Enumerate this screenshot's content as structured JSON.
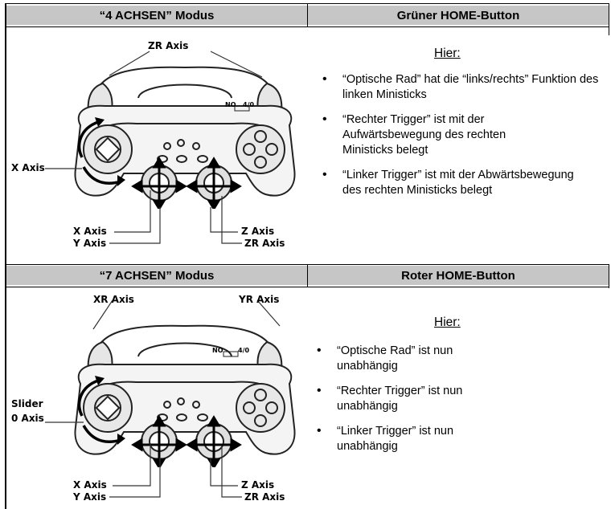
{
  "sections": [
    {
      "mode_title": "“4 ACHSEN” Modus",
      "button_title": "Grüner HOME-Button",
      "hier": "Hier:",
      "bullets": [
        "“Optische Rad” hat die  “links/rechts” Funktion des linken Ministicks",
        "“Rechter Trigger” ist mit der Aufwärtsbewegung des rechten Ministicks belegt",
        "“Linker Trigger” ist mit der Abwärtsbewegung des rechten Ministicks belegt"
      ],
      "labels": {
        "top": "ZR Axis",
        "wheel": "X Axis",
        "left_stick_1": "X Axis",
        "left_stick_2": "Y Axis",
        "right_stick_1": "Z Axis",
        "right_stick_2": "ZR Axis",
        "switch_left": "NO",
        "switch_right": "4/0"
      }
    },
    {
      "mode_title": "“7 ACHSEN” Modus",
      "button_title": "Roter HOME-Button",
      "hier": "Hier:",
      "bullets": [
        "“Optische Rad” ist nun unabhängig",
        "“Rechter Trigger” ist nun unabhängig",
        "“Linker Trigger” ist nun unabhängig"
      ],
      "labels": {
        "top_left": "XR Axis",
        "top_right": "YR Axis",
        "wheel_1": "Slider",
        "wheel_2": "0 Axis",
        "left_stick_1": "X Axis",
        "left_stick_2": "Y Axis",
        "right_stick_1": "Z Axis",
        "right_stick_2": "ZR Axis",
        "switch_left": "NO",
        "switch_right": "4/0"
      }
    }
  ]
}
